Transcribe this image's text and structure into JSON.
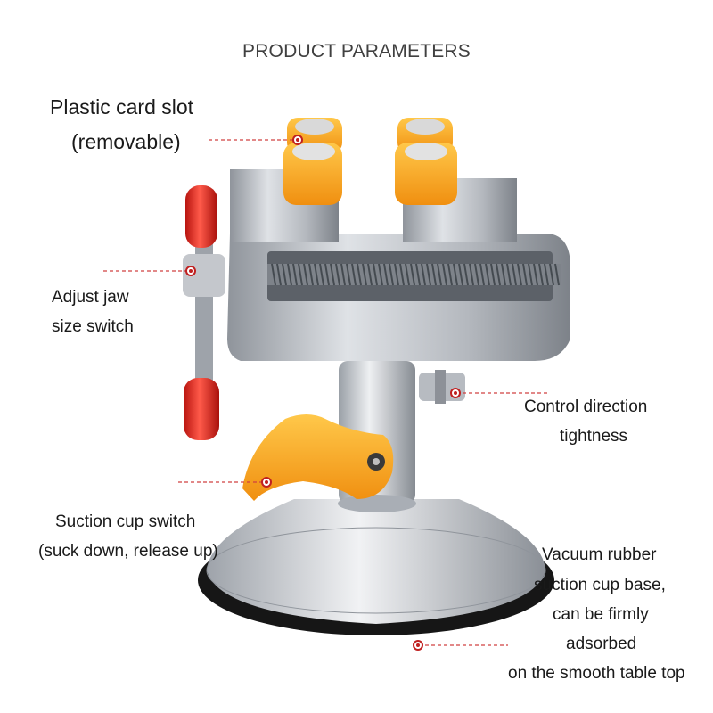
{
  "title": "PRODUCT PARAMETERS",
  "labels": {
    "plastic_card_slot": [
      "Plastic card slot",
      "(removable)"
    ],
    "adjust_jaw": [
      "Adjust jaw",
      "size switch"
    ],
    "control_direction": [
      "Control direction",
      "tightness"
    ],
    "suction_switch": [
      "Suction cup switch",
      "(suck down, release up)"
    ],
    "vacuum_base": [
      "Vacuum rubber",
      "suction cup base,",
      "can be firmly",
      "adsorbed",
      "on the smooth table top"
    ]
  },
  "colors": {
    "leader": "#d04040",
    "metal": "#b8bcc2",
    "yellow_pads": "#f7a81b",
    "red_handle": "#d9231d",
    "rubber_ring": "#1a1a1a"
  }
}
